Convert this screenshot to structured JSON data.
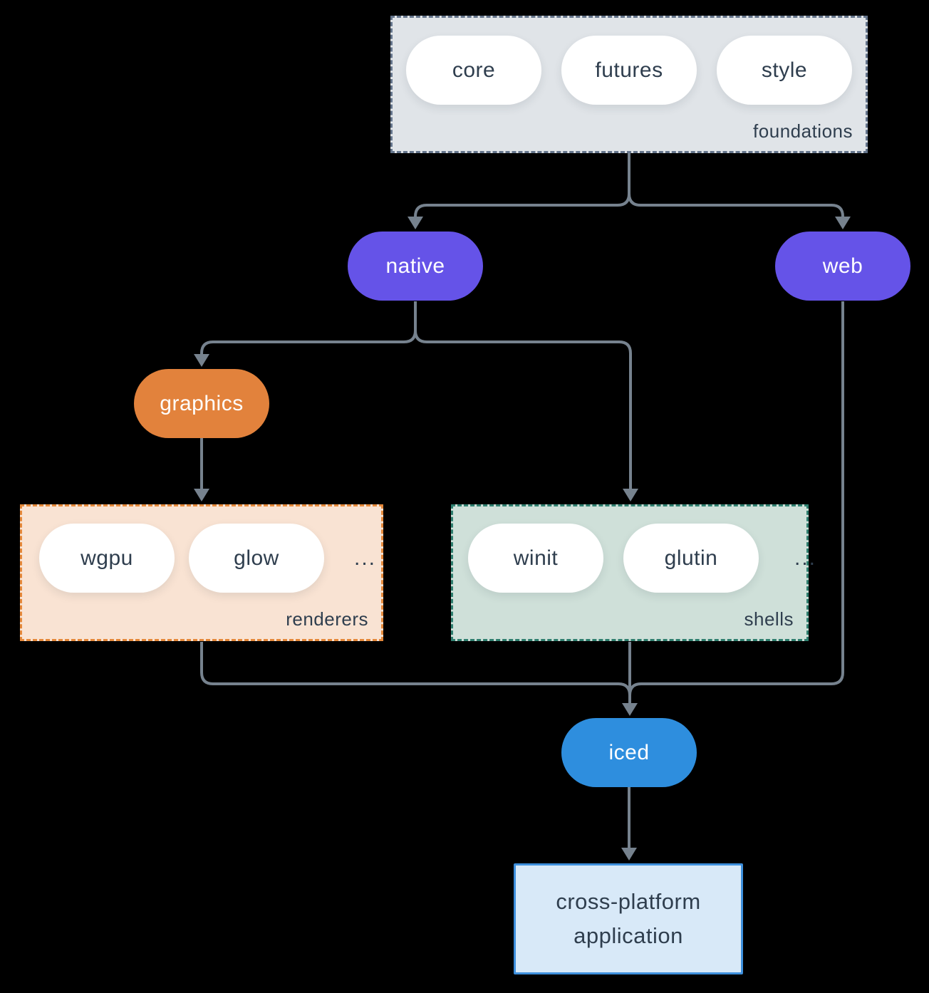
{
  "canvas": {
    "background": "#000000"
  },
  "palette": {
    "background": "#000000",
    "connector": "#76828e",
    "purple": "#6553e8",
    "orange": "#e2823c",
    "blue": "#2e8ede",
    "foundations_fill": "#e0e4e8",
    "foundations_border": "#64748b",
    "renderers_fill": "#f9e3d3",
    "renderers_border": "#e5893b",
    "shells_fill": "#cfe0d9",
    "shells_border": "#2f7f6f",
    "application_fill": "#d8e9f8",
    "application_border": "#3d8fdc",
    "text_dark": "#2f3e4e",
    "text_light": "#ffffff"
  },
  "nodes": {
    "foundations": {
      "label": "foundations",
      "pills": [
        "core",
        "futures",
        "style"
      ]
    },
    "native": {
      "label": "native"
    },
    "web": {
      "label": "web"
    },
    "graphics": {
      "label": "graphics"
    },
    "renderers": {
      "label": "renderers",
      "pills": [
        "wgpu",
        "glow"
      ],
      "ellipsis": "..."
    },
    "shells": {
      "label": "shells",
      "pills": [
        "winit",
        "glutin"
      ],
      "ellipsis": "..."
    },
    "iced": {
      "label": "iced"
    },
    "application": {
      "lines": [
        "cross-platform",
        "application"
      ]
    }
  }
}
